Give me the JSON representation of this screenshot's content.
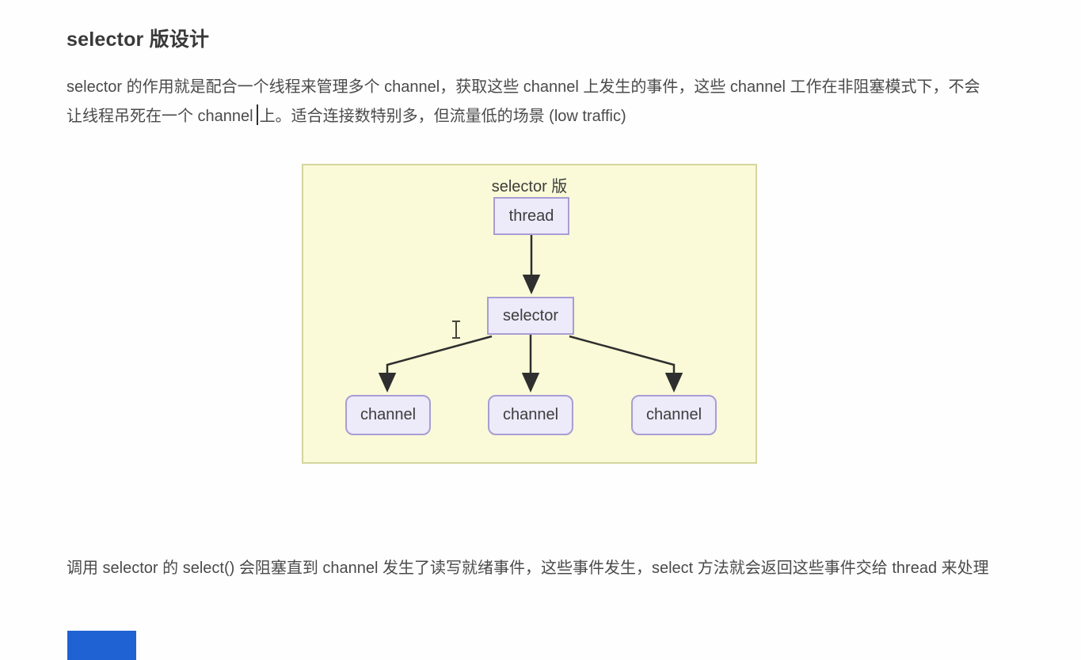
{
  "page": {
    "heading": "selector 版设计",
    "paragraph1_before_caret": "selector 的作用就是配合一个线程来管理多个 channel，获取这些 channel 上发生的事件，这些 channel 工作在非阻塞模式下，不会让线程吊死在一个 channel",
    "paragraph1_after_caret": "上。适合连接数特别多，但流量低的场景 (low traffic)",
    "paragraph2": "调用 selector 的 select() 会阻塞直到 channel 发生了读写就绪事件，这些事件发生，select 方法就会返回这些事件交给 thread 来处理"
  },
  "diagram": {
    "title": "selector 版",
    "nodes": {
      "thread": "thread",
      "selector": "selector",
      "channel1": "channel",
      "channel2": "channel",
      "channel3": "channel"
    },
    "colors": {
      "panel_bg": "#fafad8",
      "panel_border": "#d5d59e",
      "node_bg": "#edeaf9",
      "node_border": "#a89dd4",
      "arrow": "#2f2f2f",
      "text": "#3d3d3d"
    }
  },
  "colors": {
    "page_bg": "#ffffff",
    "heading_text": "#393939",
    "body_text": "#4a4a4a",
    "bottom_fragment_blue": "#1f62d3"
  }
}
